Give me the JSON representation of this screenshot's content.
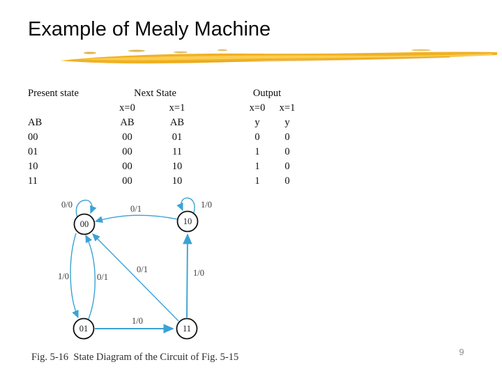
{
  "slide": {
    "title": "Example of Mealy Machine",
    "caption": "Fig. 5-16  State Diagram of the Circuit of Fig. 5-15",
    "page_number": "9"
  },
  "colors": {
    "accent_brush": "#f0b124",
    "diagram_arrow": "#3ba2d4",
    "state_outline": "#111111"
  },
  "state_table": {
    "headers": {
      "present": "Present state",
      "next": "Next State",
      "output": "Output"
    },
    "sub_headers": {
      "next_x0": "x=0",
      "next_x1": "x=1",
      "out_x0": "x=0",
      "out_x1": "x=1"
    },
    "var_labels": {
      "present": "AB",
      "next_x0": "AB",
      "next_x1": "AB",
      "out_x0": "y",
      "out_x1": "y"
    },
    "rows": [
      {
        "present": "00",
        "next_x0": "00",
        "next_x1": "01",
        "out_x0": "0",
        "out_x1": "0"
      },
      {
        "present": "01",
        "next_x0": "00",
        "next_x1": "11",
        "out_x0": "1",
        "out_x1": "0"
      },
      {
        "present": "10",
        "next_x0": "00",
        "next_x1": "10",
        "out_x0": "1",
        "out_x1": "0"
      },
      {
        "present": "11",
        "next_x0": "00",
        "next_x1": "10",
        "out_x0": "1",
        "out_x1": "0"
      }
    ]
  },
  "state_diagram": {
    "states": {
      "s00": "00",
      "s10": "10",
      "s01": "01",
      "s11": "11"
    },
    "edge_labels": {
      "loop_00": "0/0",
      "loop_10": "1/0",
      "t_10_to_00": "0/1",
      "t_00_to_01": "1/0",
      "t_01_to_00": "0/1",
      "t_11_to_00": "0/1",
      "t_11_to_10": "1/0",
      "t_01_to_11": "1/0"
    }
  }
}
